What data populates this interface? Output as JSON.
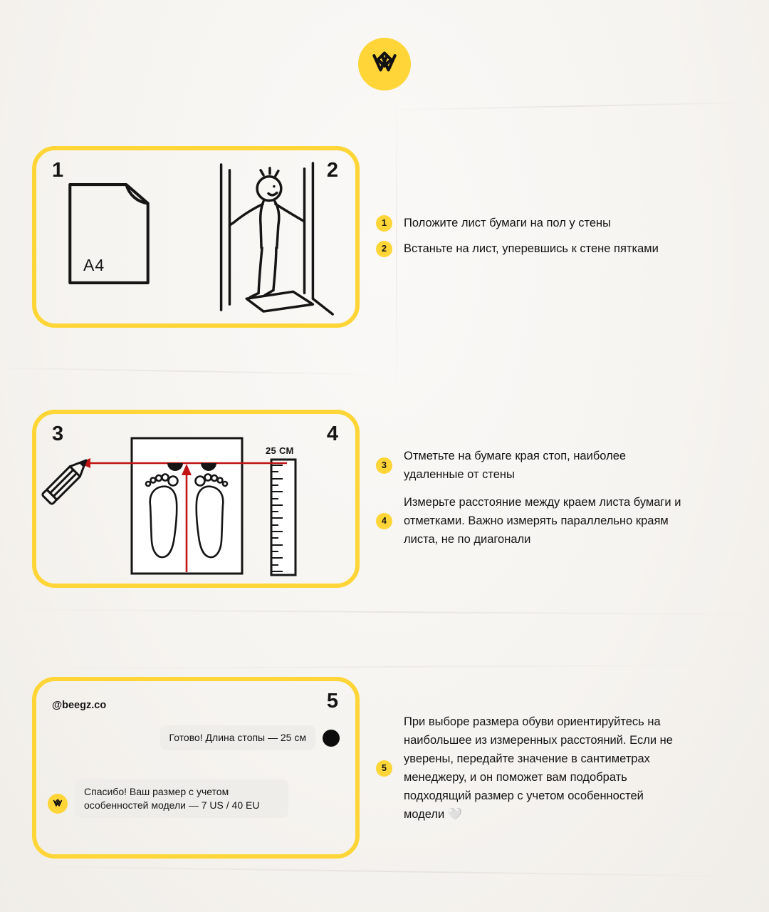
{
  "brand": {
    "handle": "@beegz.co"
  },
  "card1": {
    "num_left": "1",
    "num_right": "2",
    "a4_label": "A4"
  },
  "card2": {
    "num_left": "3",
    "num_right": "4",
    "ruler_label": "25 СМ"
  },
  "card3": {
    "handle": "@beegz.co",
    "num_right": "5",
    "outgoing_message": "Готово! Длина стопы — 25 см",
    "incoming_message": "Спасибо! Ваш размер с учетом особенностей модели — 7 US / 40 EU"
  },
  "steps": [
    {
      "num": "1",
      "text": "Положите лист бумаги на пол у стены"
    },
    {
      "num": "2",
      "text": "Встаньте на лист, уперевшись к стене пятками"
    },
    {
      "num": "3",
      "text": "Отметьте на бумаге края стоп, наиболее удаленные от стены"
    },
    {
      "num": "4",
      "text": "Измерьте расстояние между краем листа бумаги и отметками. Важно измерять параллельно краям листа, не по диагонали"
    },
    {
      "num": "5",
      "text": "При выборе размера обуви ориентируйтесь на наибольшее из измеренных расстояний. Если не уверены, передайте значение в сантиметрах менеджеру, и он поможет вам подобрать подходящий размер с учетом особенностей модели 🤍"
    }
  ],
  "colors": {
    "accent_yellow": "#FFD537",
    "measure_red": "#C01414",
    "ink": "#161616",
    "bubble_gray": "#EFEDE9"
  }
}
